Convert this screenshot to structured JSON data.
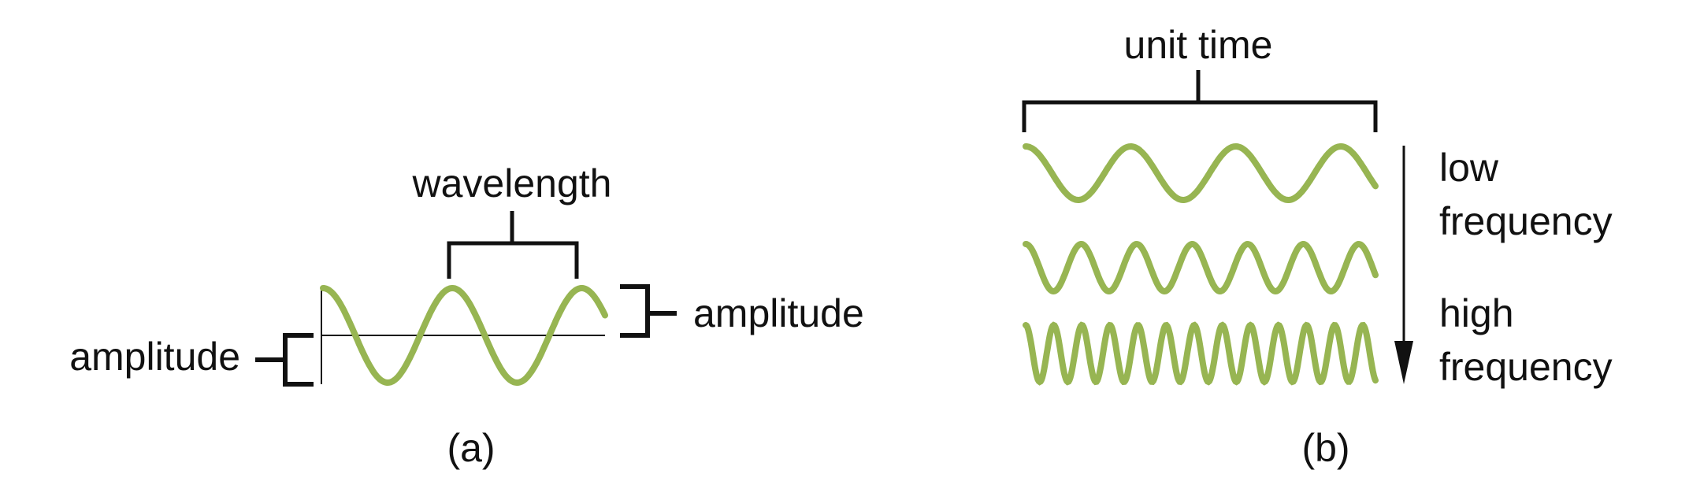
{
  "colors": {
    "wave": "#97b552",
    "ink": "#111111"
  },
  "panel_a": {
    "wavelength_label": "wavelength",
    "amplitude_left_label": "amplitude",
    "amplitude_right_label": "amplitude",
    "caption": "(a)"
  },
  "panel_b": {
    "unit_time_label": "unit time",
    "low_label": "low",
    "low_freq_label": "frequency",
    "high_label": "high",
    "high_freq_label": "frequency",
    "caption": "(b)",
    "cycles_per_unit_time": [
      3.33,
      6.3,
      12.45
    ]
  }
}
